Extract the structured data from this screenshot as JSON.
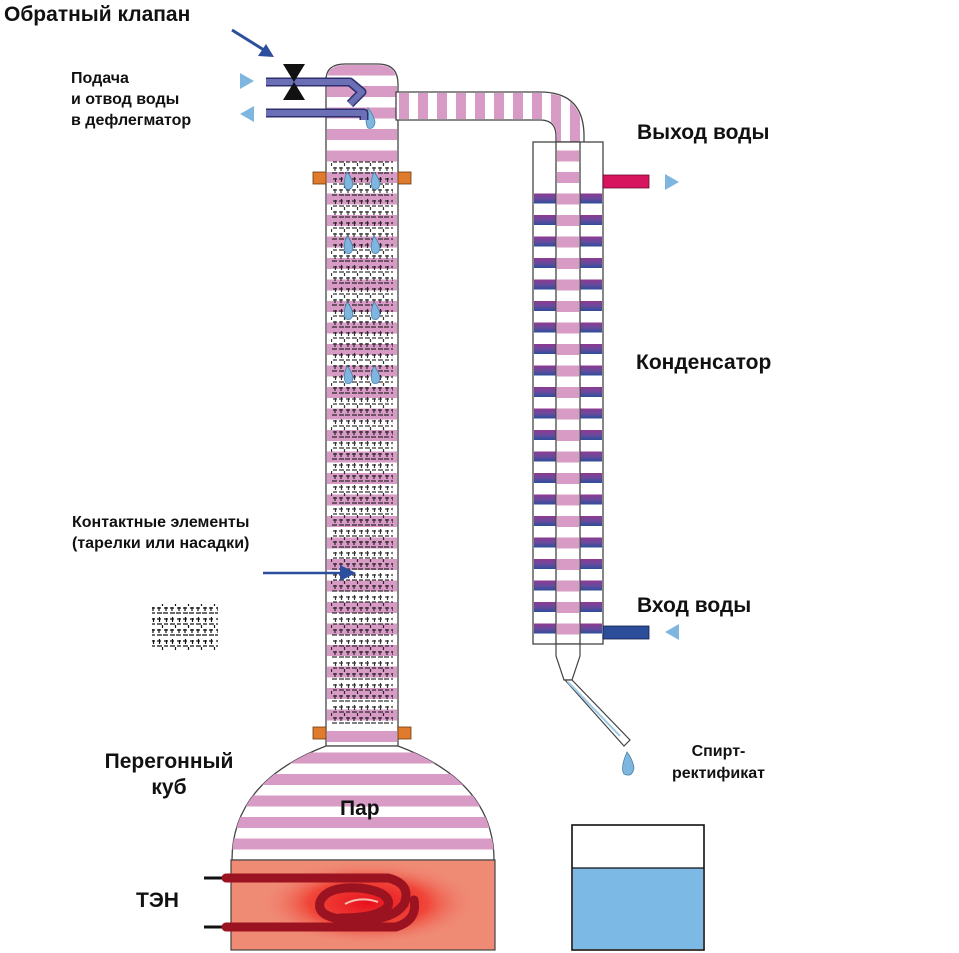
{
  "labels": {
    "check_valve": "Обратный клапан",
    "water_to_dephlegmator": "Подача\nи отвод воды\nв дефлегматор",
    "water_out": "Выход воды",
    "condenser": "Конденсатор",
    "contact_elements": "Контактные элементы\n(тарелки или насадки)",
    "water_in": "Вход воды",
    "product": "Спирт-\nректификат",
    "still": "Перегонный\nкуб",
    "steam": "Пар",
    "heater": "ТЭН"
  },
  "icons": {
    "valve": "check-valve-icon",
    "drop": "drop-icon",
    "arrow": "flow-arrow-icon",
    "clamp": "clamp-icon",
    "heater": "heating-element-icon",
    "receiver": "receiver-jar-icon"
  },
  "colors": {
    "vapor": "#d79bc5",
    "column_fill": "#ffffff",
    "water_pipe": "#6b6fb5",
    "arrow": "#2b4f9e",
    "flow_arrow": "#7fb6e0",
    "water_out": "#d6155e",
    "water_in": "#2c4d9a",
    "condenser_top": "#8e3a91",
    "condenser_bottom": "#2c4d9a",
    "drop": "#7fb6e0",
    "clamp": "#e07a2c",
    "heater_body": "#ef8a75",
    "heater_core": "#c0192b",
    "liquid": "#7db9e5"
  }
}
